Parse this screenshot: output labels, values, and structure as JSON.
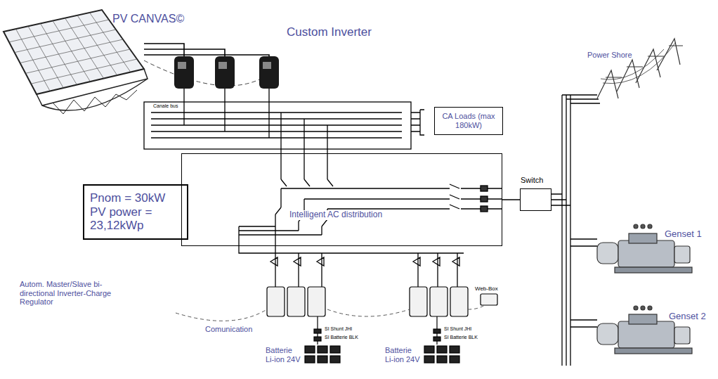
{
  "diagram": {
    "nodes": [
      {
        "text": [
          "CA Loads (max 180kW)"
        ]
      },
      {
        "text": [
          "Pnom = 30kW",
          "PV power = 23,12kWp"
        ]
      },
      {
        "text": [
          "Intelligent AC distribution"
        ]
      },
      {
        "text": [
          "Switch"
        ]
      }
    ],
    "edges": [
      {
        "from": 2,
        "to": 3,
        "arrow": "none"
      }
    ],
    "labels": [
      "PV CANVAS©",
      "Custom Inverter",
      "Canale bus",
      "Power Shore",
      "Genset 1",
      "Genset 2",
      "Autom. Master/Slave bi-directional Inverter-Charge Regulator",
      "Comunication",
      "Web-Box",
      "SI Shunt JHI",
      "SI Batterie BLK",
      "Batterie Li-ion 24V",
      "SI Shunt JHI",
      "SI Batterie BLK",
      "Batterie Li-ion 24V"
    ]
  }
}
